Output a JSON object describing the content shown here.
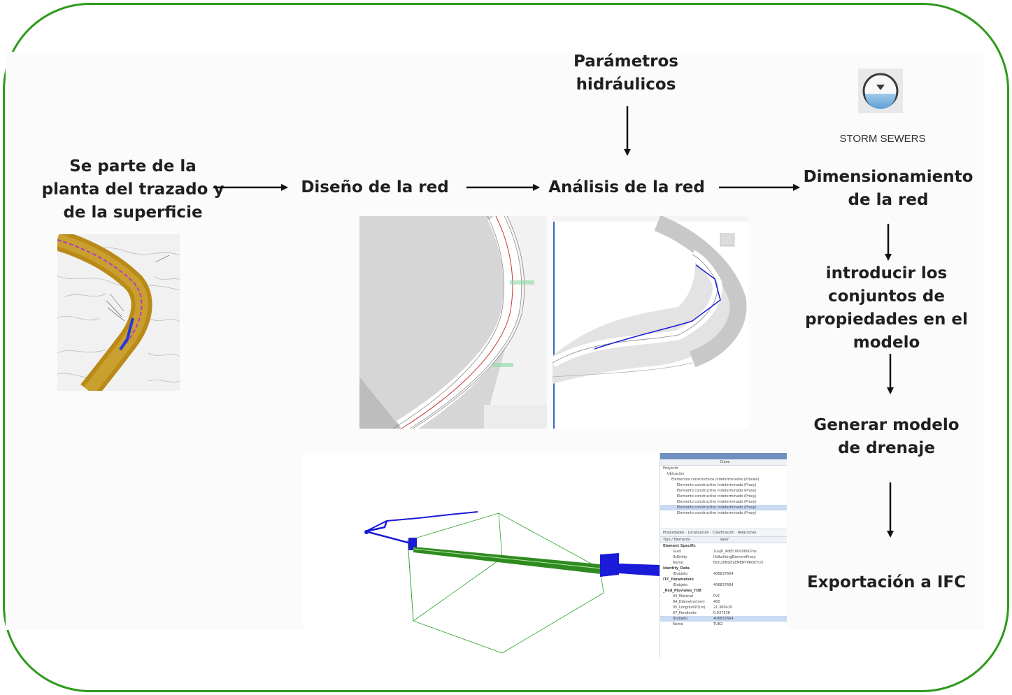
{
  "colors": {
    "frame": "#2e9a1c",
    "text": "#1f1f1f",
    "pipe_green": "#2e8b1f",
    "pipe_blue": "#1a1ad9"
  },
  "steps": {
    "start": "Se parte de la\nplanta del trazado y\nde la superficie",
    "design": "Diseño de la red",
    "params": "Parámetros\nhidráulicos",
    "analysis": "Análisis de la red",
    "sizing": "Dimensionamiento\nde la red",
    "psets": "introducir los\nconjuntos de\npropiedades en el\nmodelo",
    "model": "Generar modelo\nde drenaje",
    "export": "Exportación a IFC"
  },
  "storm_sewers": {
    "label": "STORM SEWERS",
    "icon": "storm-sewers-icon"
  },
  "ifc_viewer": {
    "tree_header": "Clase",
    "tree_rows": [
      "Proyecto",
      "Ubicación",
      "Elementos constructivos indeterminados (Proxies)",
      "Elemento constructivo indeterminado (Proxy)",
      "Elemento constructivo indeterminado (Proxy)",
      "Elemento constructivo indeterminado (Proxy)",
      "Elemento constructivo indeterminado (Proxy)",
      "Elemento constructivo indeterminado (Proxy)",
      "Elemento constructivo indeterminado (Proxy)"
    ],
    "tabs": [
      "Propiedades",
      "Localización",
      "Clasificación",
      "Relaciones"
    ],
    "prop_header": [
      "Tipo / Elemento",
      "Valor"
    ],
    "props": [
      [
        "Element Specific",
        ""
      ],
      [
        "Guid",
        "2uujP_9dIEC00000007xs"
      ],
      [
        "IfcEntity",
        "IfcBuildingElementProxy"
      ],
      [
        "Name",
        "BUILDINGELEMENTPROXY(7)"
      ],
      [
        "Identity_Data",
        ""
      ],
      [
        "IDobjeto",
        "406837664"
      ],
      [
        "ITC_Parameters",
        ""
      ],
      [
        "IDobjeto",
        "406837664"
      ],
      [
        "_Red_Pluviales_TUB",
        ""
      ],
      [
        "03_Material",
        "PVC"
      ],
      [
        "04_Diámetro(mm)",
        "400"
      ],
      [
        "05_Longitud2D(m)",
        "21.360410"
      ],
      [
        "07_Pendiente",
        "0.037538"
      ],
      [
        "IDobjeto",
        "406837664"
      ],
      [
        "Name",
        "TUB2"
      ]
    ]
  }
}
